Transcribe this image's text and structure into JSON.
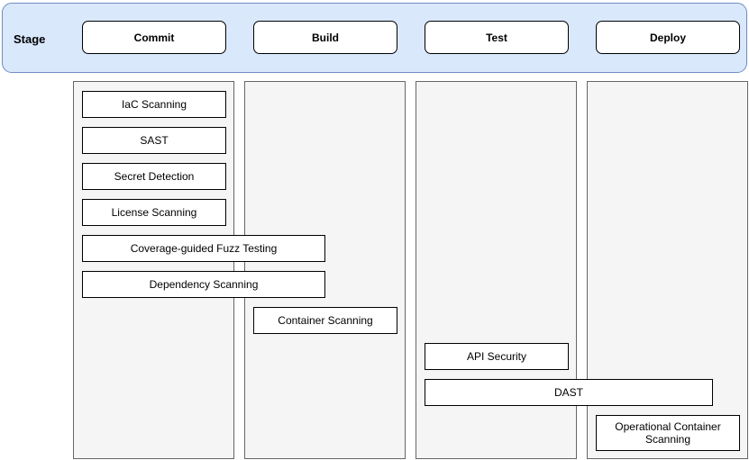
{
  "header": {
    "title": "Stage",
    "stages": [
      {
        "label": "Commit"
      },
      {
        "label": "Build"
      },
      {
        "label": "Test"
      },
      {
        "label": "Deploy"
      }
    ]
  },
  "tasks": {
    "commit": [
      {
        "label": "IaC Scanning"
      },
      {
        "label": "SAST"
      },
      {
        "label": "Secret Detection"
      },
      {
        "label": "License Scanning"
      },
      {
        "label": "Coverage-guided Fuzz Testing",
        "spans": "commit-build"
      },
      {
        "label": "Dependency Scanning",
        "spans": "commit-build"
      }
    ],
    "build": [
      {
        "label": "Container Scanning"
      }
    ],
    "test": [
      {
        "label": "API Security"
      },
      {
        "label": "DAST",
        "spans": "test-deploy"
      }
    ],
    "deploy": [
      {
        "label": "Operational Container Scanning"
      }
    ]
  },
  "colors": {
    "header_fill": "#dae8fc",
    "header_border": "#6c8ebf",
    "lane_fill": "#f5f5f5",
    "lane_border": "#666666",
    "task_fill": "#ffffff",
    "task_border": "#000000",
    "text": "#000000"
  }
}
